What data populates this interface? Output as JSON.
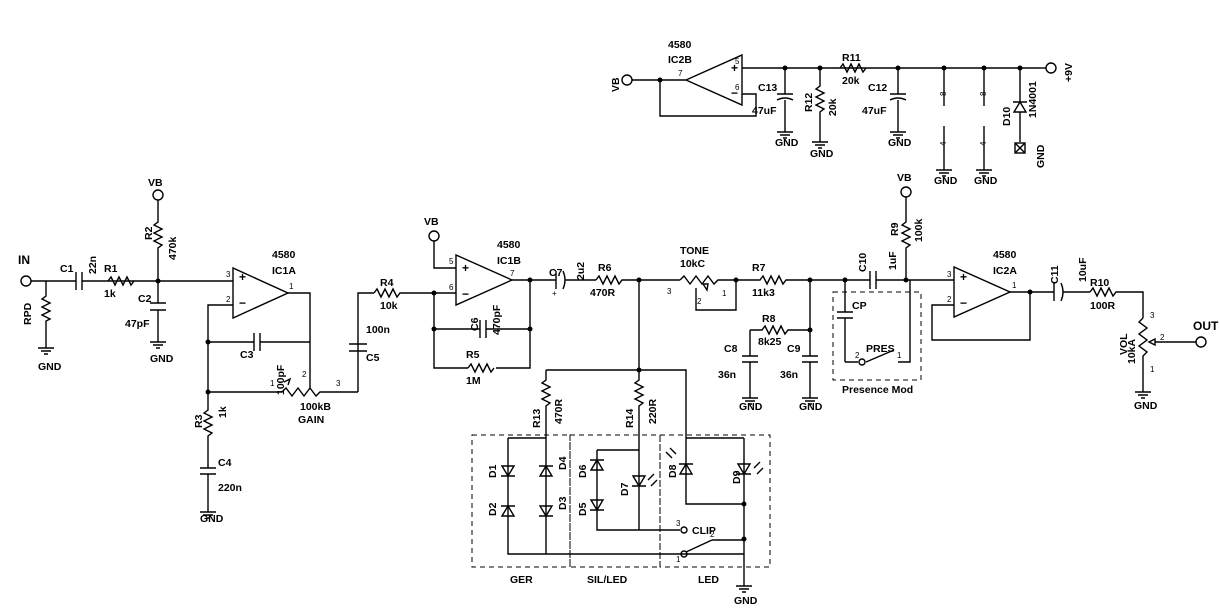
{
  "io": {
    "in": "IN",
    "out": "OUT",
    "supply": "+9V"
  },
  "rails": {
    "vb": "VB",
    "gnd": "GND"
  },
  "opamps": {
    "ic1a": {
      "part": "4580",
      "name": "IC1A",
      "pins": [
        "3",
        "2",
        "1"
      ]
    },
    "ic1b": {
      "part": "4580",
      "name": "IC1B",
      "pins": [
        "5",
        "6",
        "7"
      ]
    },
    "ic2a": {
      "part": "4580",
      "name": "IC2A",
      "pins": [
        "3",
        "2",
        "1"
      ]
    },
    "ic2b": {
      "part": "4580",
      "name": "IC2B",
      "pins": [
        "5",
        "6",
        "7"
      ]
    }
  },
  "parts": {
    "rpd": {
      "ref": "RPD"
    },
    "c1": {
      "ref": "C1",
      "value": "22n"
    },
    "r1": {
      "ref": "R1",
      "value": "1k"
    },
    "r2": {
      "ref": "R2",
      "value": "470k"
    },
    "c2": {
      "ref": "C2",
      "value": "47pF"
    },
    "c3": {
      "ref": "C3",
      "value": "100pF"
    },
    "r3": {
      "ref": "R3",
      "value": "1k"
    },
    "c4": {
      "ref": "C4",
      "value": "220n"
    },
    "c5": {
      "ref": "C5",
      "value": "100n"
    },
    "r4": {
      "ref": "R4",
      "value": "10k"
    },
    "c6": {
      "ref": "C6",
      "value": "470pF"
    },
    "r5": {
      "ref": "R5",
      "value": "1M"
    },
    "c7": {
      "ref": "C7",
      "value": "2u2"
    },
    "r6": {
      "ref": "R6",
      "value": "470R"
    },
    "r7": {
      "ref": "R7",
      "value": "11k3"
    },
    "r8": {
      "ref": "R8",
      "value": "8k25"
    },
    "c8": {
      "ref": "C8",
      "value": "36n"
    },
    "c9": {
      "ref": "C9",
      "value": "36n"
    },
    "c10": {
      "ref": "C10",
      "value": "1uF"
    },
    "r9": {
      "ref": "R9",
      "value": "100k"
    },
    "c11": {
      "ref": "C11",
      "value": "10uF"
    },
    "r10": {
      "ref": "R10",
      "value": "100R"
    },
    "r13": {
      "ref": "R13",
      "value": "470R"
    },
    "r14": {
      "ref": "R14",
      "value": "220R"
    },
    "r11": {
      "ref": "R11",
      "value": "20k"
    },
    "r12": {
      "ref": "R12",
      "value": "20k"
    },
    "c12": {
      "ref": "C12",
      "value": "47uF"
    },
    "c13": {
      "ref": "C13",
      "value": "47uF"
    },
    "d10": {
      "ref": "D10",
      "value": "1N4001"
    },
    "cp": {
      "ref": "CP"
    }
  },
  "pots": {
    "gain": {
      "value": "100kB",
      "name": "GAIN",
      "pins": [
        "1",
        "2",
        "3"
      ]
    },
    "tone": {
      "name": "TONE",
      "value": "10kC",
      "pins": [
        "3",
        "2",
        "1"
      ]
    },
    "vol": {
      "ref": "VOL",
      "value": "10kA",
      "pins": [
        "3",
        "2",
        "1"
      ]
    }
  },
  "diodes": {
    "d1": "D1",
    "d2": "D2",
    "d3": "D3",
    "d4": "D4",
    "d5": "D5",
    "d6": "D6",
    "d7": "D7",
    "d8": "D8",
    "d9": "D9"
  },
  "switches": {
    "pres": {
      "name": "PRES",
      "pins": [
        "2",
        "1"
      ]
    },
    "clip": {
      "name": "CLIP",
      "pins": [
        "3",
        "2",
        "1"
      ]
    }
  },
  "boxes": {
    "presence": "Presence Mod",
    "ger": "GER",
    "silled": "SIL/LED",
    "led": "LED"
  },
  "power_pins": {
    "top": "8",
    "bottom": "4"
  }
}
